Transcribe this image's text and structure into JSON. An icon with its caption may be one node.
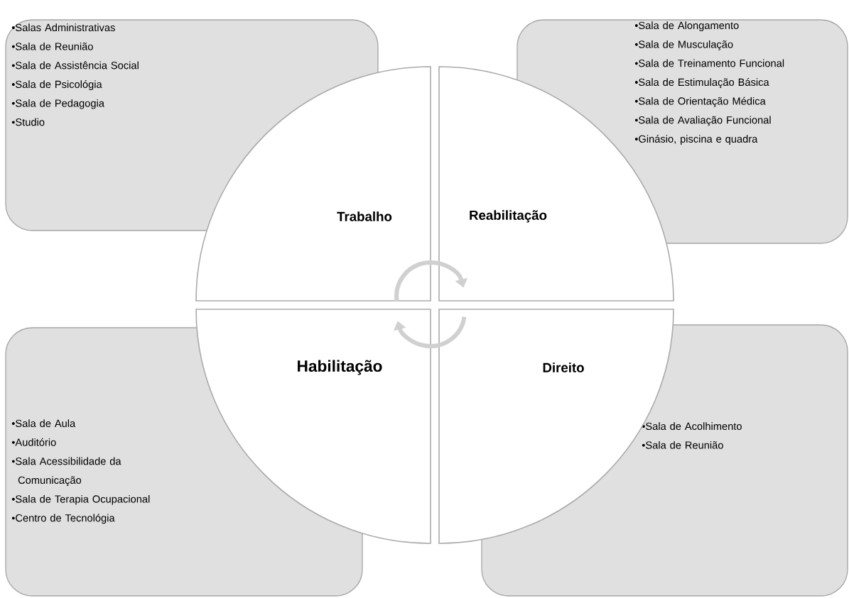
{
  "diagram": {
    "nodes": [
      {
        "text": [
          "•Salas Administrativas",
          "•Sala de Reunião",
          "•Sala de Assistência Social",
          "•Sala de Psicológia",
          "•Sala de Pedagogia",
          "•Studio"
        ]
      },
      {
        "text": [
          "•Sala de Alongamento",
          "•Sala de Musculação",
          "•Sala de Treinamento Funcional",
          "•Sala de Estimulação Básica",
          "•Sala de Orientação Médica",
          "•Sala de Avaliação Funcional",
          "•Ginásio, piscina e quadra"
        ]
      },
      {
        "text": [
          "•Sala de Aula",
          "•Auditório",
          "•Sala Acessibilidade da Comunicação",
          "•Sala de Terapia Ocupacional",
          "•Centro de Tecnológia"
        ]
      },
      {
        "text": [
          "•Sala de Acolhimento",
          "•Sala de Reunião"
        ]
      },
      {
        "text": [
          "Trabalho"
        ]
      },
      {
        "text": [
          "Reabilitação"
        ]
      },
      {
        "text": [
          "Habilitação"
        ]
      },
      {
        "text": [
          "Direito"
        ]
      }
    ],
    "edges": [
      {
        "from": 4,
        "to": 5,
        "arrow": "to"
      },
      {
        "from": 7,
        "to": 6,
        "arrow": "to"
      }
    ]
  }
}
